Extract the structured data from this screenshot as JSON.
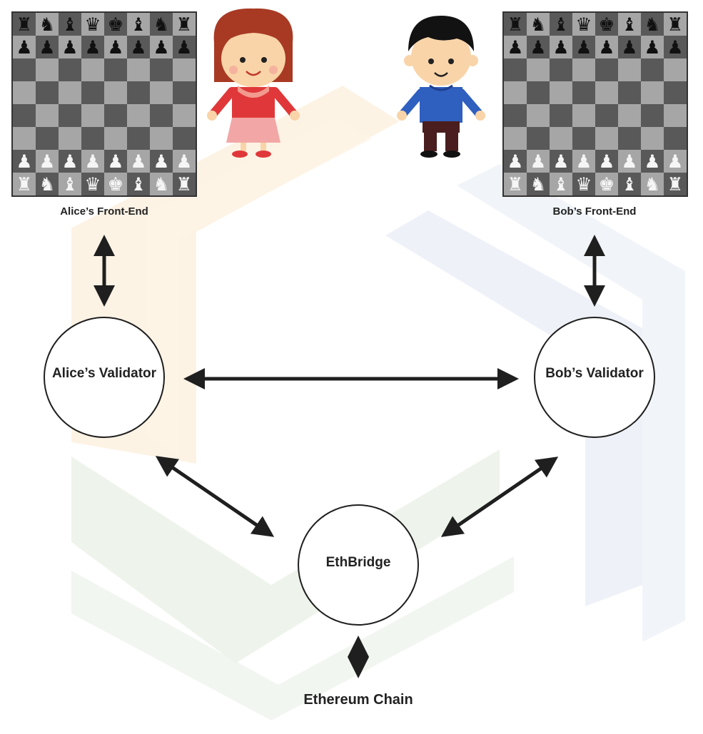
{
  "colors": {
    "background": "#ffffff",
    "ink": "#1f1f1f",
    "board_dark": "#595959",
    "board_light": "#a6a6a6",
    "bg_orange": "#fdf3e5",
    "bg_blue": "#eef2f8",
    "bg_green": "#eef4ec",
    "alice_hair": "#a83a24",
    "alice_dress": "#e0383a",
    "bob_hair": "#121212",
    "bob_shirt": "#2f5fbf",
    "bob_pants": "#4a1e1e",
    "skin": "#f9d4a8"
  },
  "labels": {
    "alice_front_end": "Alice’s Front-End",
    "bob_front_end": "Bob’s Front-End",
    "alice_validator": "Alice’s Validator",
    "bob_validator": "Bob’s Validator",
    "eth_bridge": "EthBridge",
    "ethereum_chain": "Ethereum Chain"
  },
  "icons": {
    "alice_board": "chess-board-icon",
    "bob_board": "chess-board-icon",
    "alice_character": "girl-character-icon",
    "bob_character": "boy-character-icon"
  },
  "chess": {
    "back_rank": [
      "♜",
      "♞",
      "♝",
      "♛",
      "♚",
      "♝",
      "♞",
      "♜"
    ],
    "pawn": "♟",
    "white_back_rank": [
      "♖",
      "♘",
      "♗",
      "♕",
      "♔",
      "♗",
      "♘",
      "♖"
    ],
    "white_pawn": "♙"
  },
  "connections": [
    {
      "from": "alice_front_end",
      "to": "alice_validator"
    },
    {
      "from": "bob_front_end",
      "to": "bob_validator"
    },
    {
      "from": "alice_validator",
      "to": "bob_validator"
    },
    {
      "from": "alice_validator",
      "to": "eth_bridge"
    },
    {
      "from": "bob_validator",
      "to": "eth_bridge"
    },
    {
      "from": "eth_bridge",
      "to": "ethereum_chain"
    }
  ]
}
